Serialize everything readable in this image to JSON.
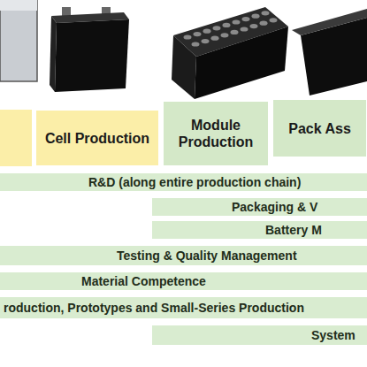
{
  "diagram": {
    "nodes": [
      {
        "text": [
          "Cell Production"
        ]
      },
      {
        "text": [
          "Module Production"
        ]
      },
      {
        "text": [
          "Pack Ass"
        ]
      },
      {
        "text": [
          "R&D (along entire production chain)"
        ]
      },
      {
        "text": [
          "Packaging & V"
        ]
      },
      {
        "text": [
          "Battery M"
        ]
      },
      {
        "text": [
          "Testing & Quality Management"
        ]
      },
      {
        "text": [
          "Material Competence"
        ]
      },
      {
        "text": [
          "roduction, Prototypes and Small-Series Production"
        ]
      },
      {
        "text": [
          "System"
        ]
      }
    ]
  }
}
